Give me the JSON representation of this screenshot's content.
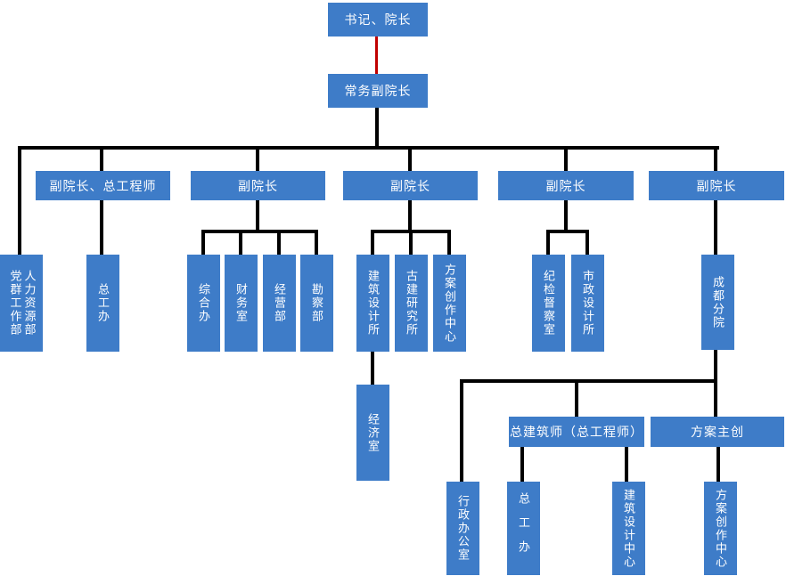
{
  "colors": {
    "box_fill": "#3E7CC8",
    "box_text": "#FFFFFF",
    "connector": "#000000",
    "special_connector": "#C00000",
    "background": "#FFFFFF"
  },
  "nodes": {
    "secretary_dean": "书记、院长",
    "executive_vice_dean": "常务副院长",
    "vp_chief_engineer": "副院长、总工程师",
    "vp_2": "副院长",
    "vp_3": "副院长",
    "vp_4": "副院长",
    "vp_5": "副院长",
    "party_mass_dept": "党群工作部",
    "hr_dept": "人力资源部",
    "chief_engineer_office": "总工办",
    "general_office": "综合办",
    "finance_office": "财务室",
    "operations_dept": "经营部",
    "survey_dept": "勘察部",
    "architectural_design_institute": "建筑设计所",
    "ancient_building_research_institute": "古建研究所",
    "scheme_creation_center": "方案创作中心",
    "economics_office": "经济室",
    "discipline_inspection_office": "纪检督察室",
    "municipal_design_institute": "市政设计所",
    "chengdu_branch": "成都分院",
    "chief_architect": "总建筑师（总工程师）",
    "scheme_lead": "方案主创",
    "admin_office": "行政办公室",
    "branch_chief_engineer_office": "总工办",
    "architectural_design_center": "建筑设计中心",
    "branch_scheme_creation_center": "方案创作中心"
  }
}
